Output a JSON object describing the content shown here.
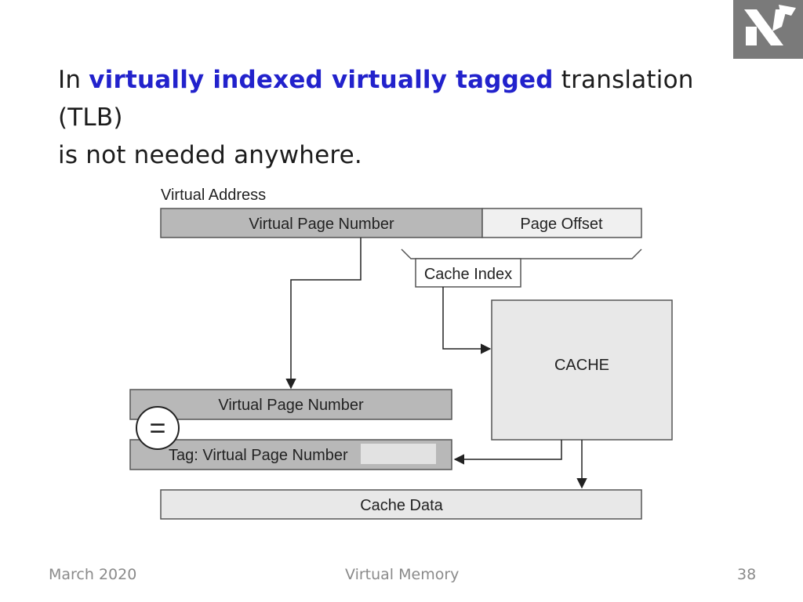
{
  "slide": {
    "title_prefix": "In ",
    "title_highlight": "virtually indexed virtually tagged",
    "title_suffix": " translation (TLB)",
    "title_line2": "is not needed anywhere."
  },
  "diagram": {
    "virtual_address_label": "Virtual Address",
    "vpn_label": "Virtual Page Number",
    "page_offset_label": "Page Offset",
    "cache_index_label": "Cache Index",
    "cache_label": "CACHE",
    "vpn_compare_label": "Virtual Page Number",
    "equals_symbol": "=",
    "tag_label": "Tag: Virtual Page Number",
    "cache_data_label": "Cache Data"
  },
  "footer": {
    "date": "March 2020",
    "topic": "Virtual Memory",
    "page_number": "38"
  },
  "colors": {
    "highlight": "#2222cc",
    "box_dark": "#b8b8b8",
    "box_light": "#e8e8e8",
    "logo_bg": "#7a7a7a"
  },
  "icons": {
    "logo": "institution-logo-icon"
  }
}
